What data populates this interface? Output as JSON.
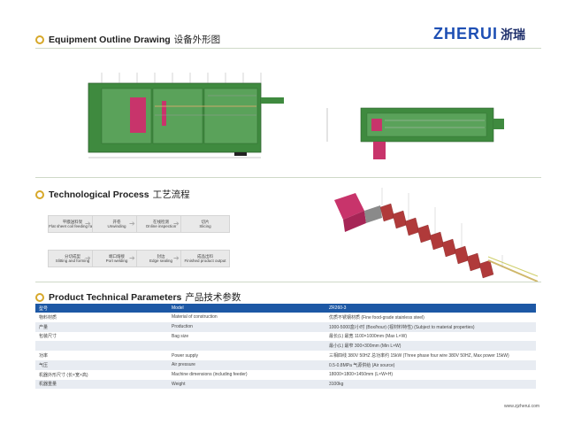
{
  "brand": {
    "name_en": "ZHERUI",
    "name_cn": "浙瑞"
  },
  "sections": {
    "outline": {
      "title_en": "Equipment Outline Drawing",
      "title_zh": "设备外形图"
    },
    "process": {
      "title_en": "Technological Process",
      "title_zh": "工艺流程"
    },
    "params": {
      "title_en": "Product Technical Parameters",
      "title_zh": "产品技术参数"
    }
  },
  "process_steps": [
    {
      "zh": "平膜送料架",
      "en": "Flat sheet coil feeding rack"
    },
    {
      "zh": "开卷",
      "en": "Unwinding"
    },
    {
      "zh": "在线检测",
      "en": "Online inspection"
    },
    {
      "zh": "切片",
      "en": "Slicing"
    },
    {
      "zh": "分切成型",
      "en": "Slitting and forming"
    },
    {
      "zh": "端口熔接",
      "en": "Port welding"
    },
    {
      "zh": "封边",
      "en": "Edge sealing"
    },
    {
      "zh": "成品出料",
      "en": "Finished product output"
    }
  ],
  "params_table": {
    "headers": [
      "型号",
      "Model",
      "ZR260-3"
    ],
    "rows": [
      [
        "物料材质",
        "Material of construction",
        "优质不锈钢材质 (Fine food-grade stainless steel)"
      ],
      [
        "产量",
        "Production",
        "1000-5000盒/小时 (Box/hour) (视材料特性) (Subject to material properties)"
      ],
      [
        "包装尺寸",
        "Bag size",
        "最长(L) 最宽 1100×1000mm (Max L×W)"
      ],
      [
        "",
        "",
        "最小(L) 最窄 300×300mm (Min L×W)"
      ],
      [
        "功率",
        "Power supply",
        "三相四线 380V 50HZ 总功率约 15kW (Three phase four wire 380V 50HZ, Max power 15kW)"
      ],
      [
        "气压",
        "Air pressure",
        "0.5-0.8MPa 气源供给 (Air source)"
      ],
      [
        "机器外形尺寸 (长×宽×高)",
        "Machine dimensions (including feeder)",
        "18000×1800×1450mm (L×W×H)"
      ],
      [
        "机器重量",
        "Weight",
        "3100kg"
      ]
    ]
  },
  "footer": {
    "url": "www.zjzherui.com"
  },
  "colors": {
    "accent_blue": "#1d58a5",
    "brand_blue": "#1e4fb4",
    "machine_green": "#3f8a3f",
    "machine_red": "#c8346b"
  }
}
